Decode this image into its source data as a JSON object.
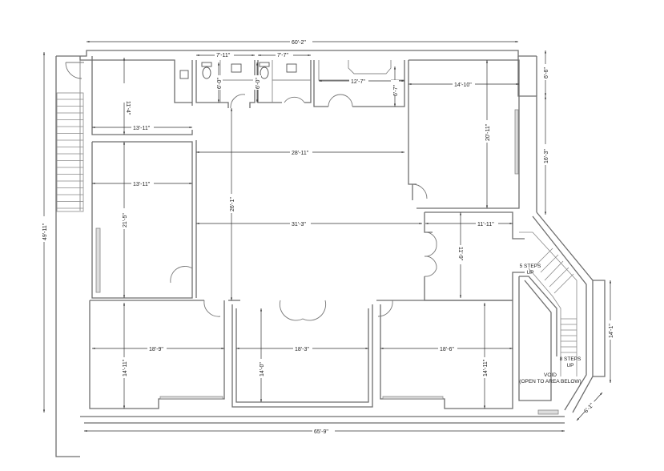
{
  "drawing": {
    "type": "architectural floor plan",
    "overall_dimensions": {
      "top_width": "60'-2\"",
      "bottom_width": "65'-9\"",
      "left_height": "49'-11\""
    },
    "restrooms": {
      "restroom_1_width": "7'-11\"",
      "restroom_1_depth": "6'-0\"",
      "restroom_2_width": "7'-7\"",
      "restroom_2_depth": "6'-0\""
    },
    "kitchenette": {
      "width": "12'-7\"",
      "depth": "6'-7\""
    },
    "rooms": {
      "top_left_office": {
        "height": "11'-4\"",
        "width": "13'-11\""
      },
      "left_office": {
        "width": "13'-11\"",
        "height": "21'-5\""
      },
      "central_open_area": {
        "upper_width": "28'-11\"",
        "lower_width": "31'-3\"",
        "height": "26'-1\""
      },
      "top_right_office": {
        "width": "14'-10\"",
        "height": "20'-11\""
      },
      "right_middle_area": {
        "width": "11'-11\"",
        "height": "11'-9\""
      },
      "bottom_left_office": {
        "width": "18'-9\"",
        "height": "14'-11\""
      },
      "bottom_middle_office": {
        "width": "18'-3\"",
        "height": "14'-0\""
      },
      "bottom_right_office": {
        "width": "18'-6\"",
        "height": "14'-11\""
      }
    },
    "exterior": {
      "right_upper_bay": "6'-6\"",
      "right_upper_wall": "16'-3\"",
      "right_lower_wall": "14'-1\"",
      "angled_corner": "6'-1\""
    },
    "notes": {
      "stair_upper_line1": "5 STEPS",
      "stair_upper_line2": "UP",
      "stair_lower_line1": "8 STEPS",
      "stair_lower_line2": "UP",
      "void_line1": "VOID",
      "void_line2": "(OPEN TO AREA BELOW)"
    }
  }
}
